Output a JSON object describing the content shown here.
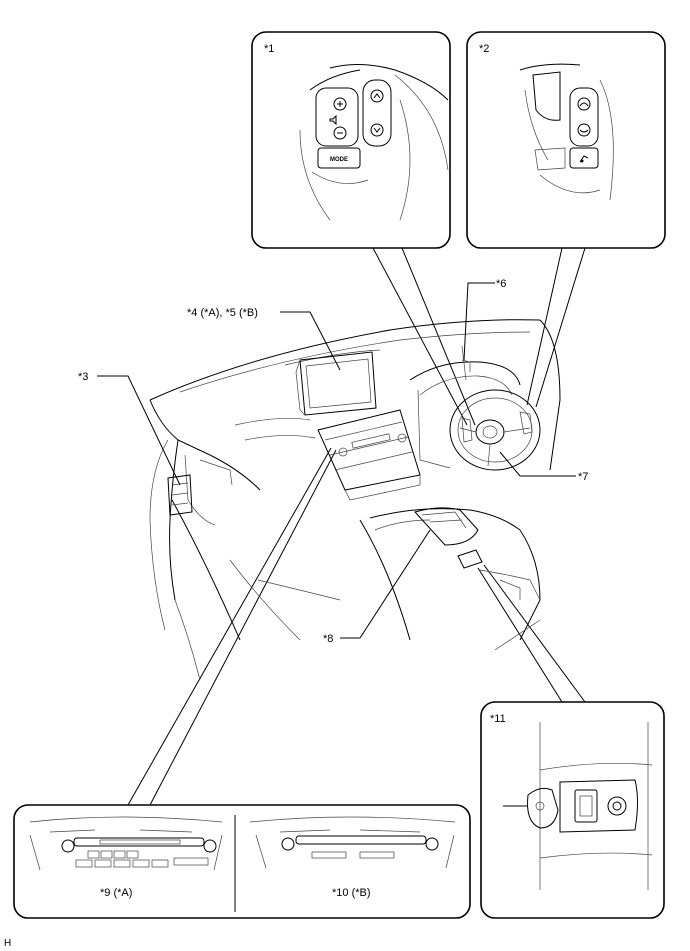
{
  "callouts": {
    "c1": "*1",
    "c2": "*2",
    "c3": "*3",
    "c4_5": "*4 (*A), *5 (*B)",
    "c6": "*6",
    "c7": "*7",
    "c8": "*8",
    "c9": "*9 (*A)",
    "c10": "*10 (*B)",
    "c11": "*11"
  },
  "switch_labels": {
    "mode": "MODE"
  },
  "corner_mark": "H"
}
